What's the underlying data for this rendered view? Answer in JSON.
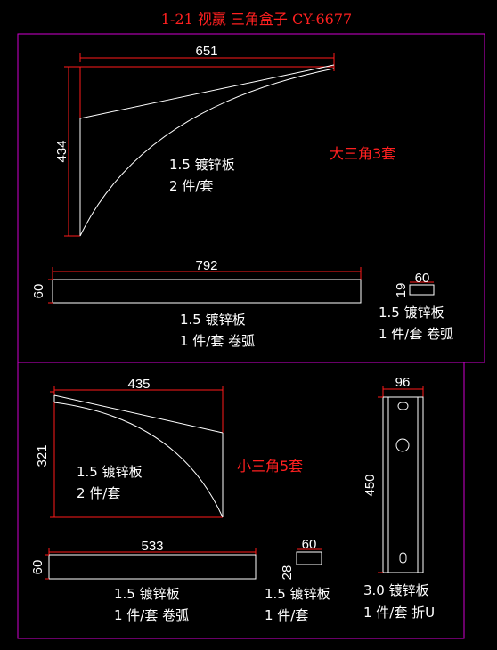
{
  "title": "1-21 视赢 三角盒子 CY-6677",
  "colors": {
    "background": "#000000",
    "frame": "#d000d0",
    "dimension_line": "#ff1a1a",
    "geometry": "#ffffff",
    "red_text": "#ff2020"
  },
  "big_set": {
    "label": "大三角3套",
    "triangle": {
      "width": "651",
      "height": "434",
      "material": "1.5 镀锌板",
      "qty": "2 件/套"
    },
    "strip": {
      "width": "792",
      "height": "60",
      "material": "1.5 镀锌板",
      "qty": "1 件/套  卷弧"
    },
    "small_piece": {
      "width": "60",
      "height": "19",
      "material": "1.5 镀锌板",
      "qty": "1 件/套  卷弧"
    }
  },
  "small_set": {
    "label": "小三角5套",
    "triangle": {
      "width": "435",
      "height": "321",
      "material": "1.5 镀锌板",
      "qty": "2 件/套"
    },
    "strip": {
      "width": "533",
      "height": "60",
      "material": "1.5 镀锌板",
      "qty": "1 件/套  卷弧"
    },
    "small_piece": {
      "width": "60",
      "height": "28",
      "material": "1.5 镀锌板",
      "qty": "1 件/套"
    }
  },
  "u_bracket": {
    "width": "96",
    "height": "450",
    "material": "3.0 镀锌板",
    "qty": "1 件/套  折U"
  }
}
